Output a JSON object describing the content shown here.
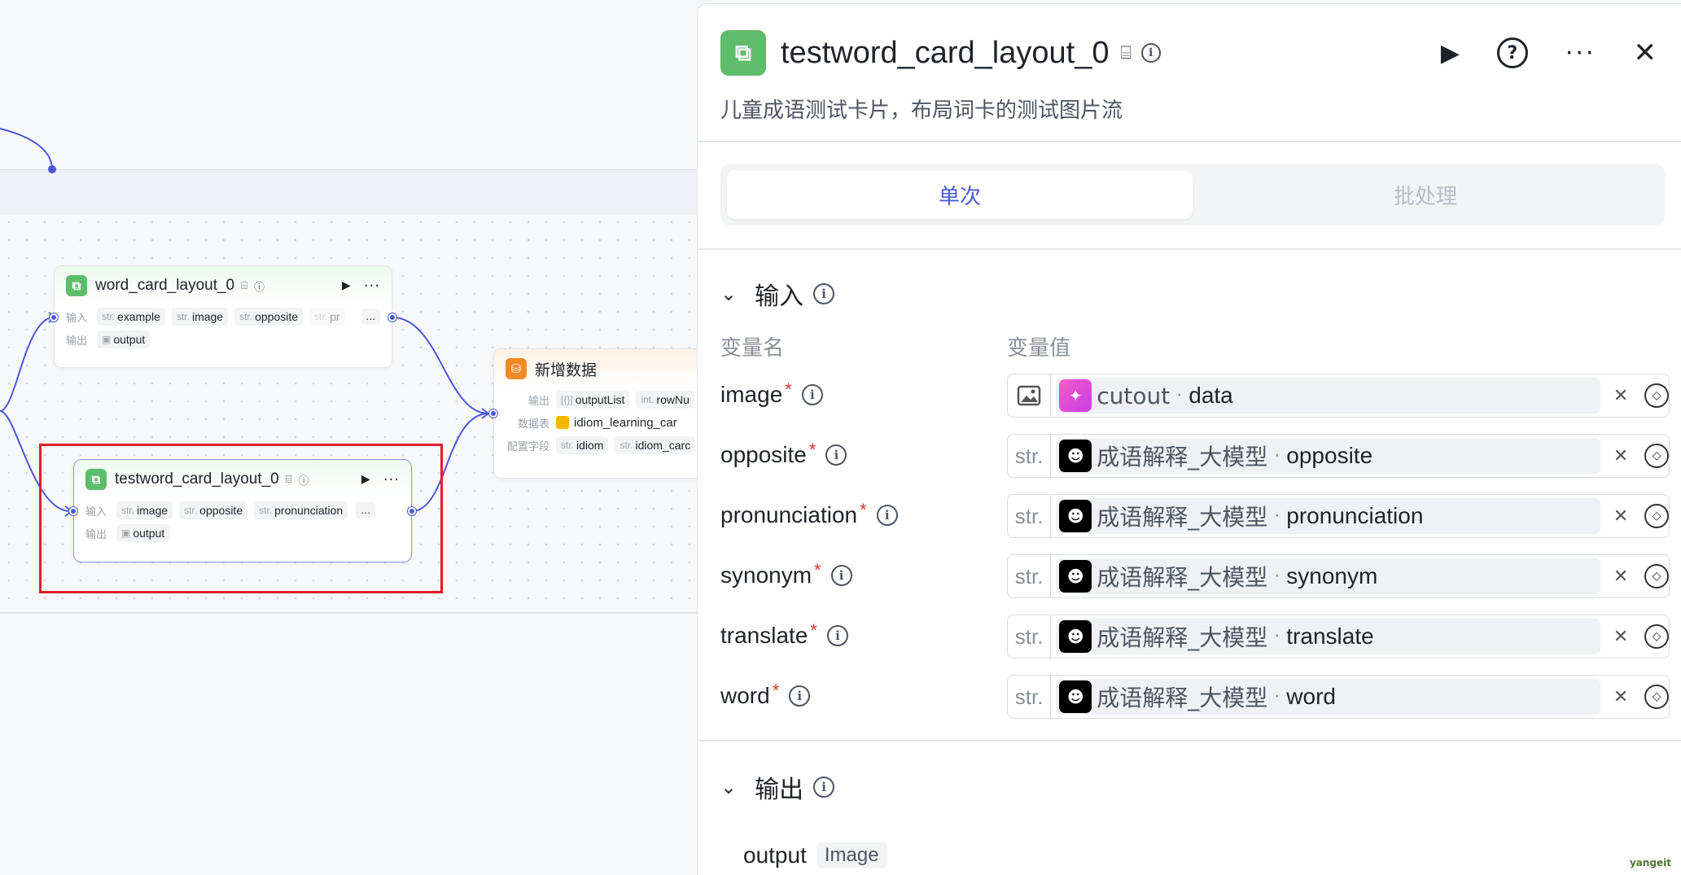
{
  "canvas": {
    "node1": {
      "title": "word_card_layout_0",
      "input_label": "输入",
      "output_label": "输出",
      "inputs": [
        {
          "type": "str.",
          "name": "example"
        },
        {
          "type": "str.",
          "name": "image"
        },
        {
          "type": "str.",
          "name": "opposite"
        },
        {
          "type": "str.",
          "name": "pr"
        }
      ],
      "output": "output",
      "more": "…"
    },
    "node2": {
      "title": "testword_card_layout_0",
      "input_label": "输入",
      "output_label": "输出",
      "inputs": [
        {
          "type": "str.",
          "name": "image"
        },
        {
          "type": "str.",
          "name": "opposite"
        },
        {
          "type": "str.",
          "name": "pronunciation"
        }
      ],
      "output": "output",
      "more": "…"
    },
    "node3": {
      "title": "新增数据",
      "output_label": "输出",
      "outputs": [
        {
          "type": "[{}]",
          "name": "outputList"
        },
        {
          "type": "int.",
          "name": "rowNu"
        }
      ],
      "table_label": "数据表",
      "table_value": "idiom_learning_car",
      "config_label": "配置字段",
      "config": [
        {
          "type": "str.",
          "name": "idiom"
        },
        {
          "type": "str.",
          "name": "idiom_carc"
        }
      ]
    }
  },
  "panel": {
    "title": "testword_card_layout_0",
    "description": "儿童成语测试卡片，布局词卡的测试图片流",
    "tabs": [
      {
        "label": "单次",
        "active": true
      },
      {
        "label": "批处理",
        "active": false
      }
    ],
    "input_section": "输入",
    "col_name": "变量名",
    "col_value": "变量值",
    "variables": [
      {
        "name": "image",
        "type": "img",
        "source_node": "cutout",
        "field": "data",
        "source_icon": "cutout-icon"
      },
      {
        "name": "opposite",
        "type": "str.",
        "source_node": "成语解释_大模型",
        "field": "opposite",
        "source_icon": "llm-icon"
      },
      {
        "name": "pronunciation",
        "type": "str.",
        "source_node": "成语解释_大模型",
        "field": "pronunciation",
        "source_icon": "llm-icon"
      },
      {
        "name": "synonym",
        "type": "str.",
        "source_node": "成语解释_大模型",
        "field": "synonym",
        "source_icon": "llm-icon"
      },
      {
        "name": "translate",
        "type": "str.",
        "source_node": "成语解释_大模型",
        "field": "translate",
        "source_icon": "llm-icon"
      },
      {
        "name": "word",
        "type": "str.",
        "source_node": "成语解释_大模型",
        "field": "word",
        "source_icon": "llm-icon"
      }
    ],
    "output_section": "输出",
    "output": {
      "name": "output",
      "type": "Image"
    },
    "required_mark": "*",
    "watermark": "yangeit"
  },
  "colors": {
    "accent": "#4a58d8",
    "workflow_green": "#5ebd6a",
    "highlight_red": "#e01c26",
    "required": "#e0342e"
  }
}
